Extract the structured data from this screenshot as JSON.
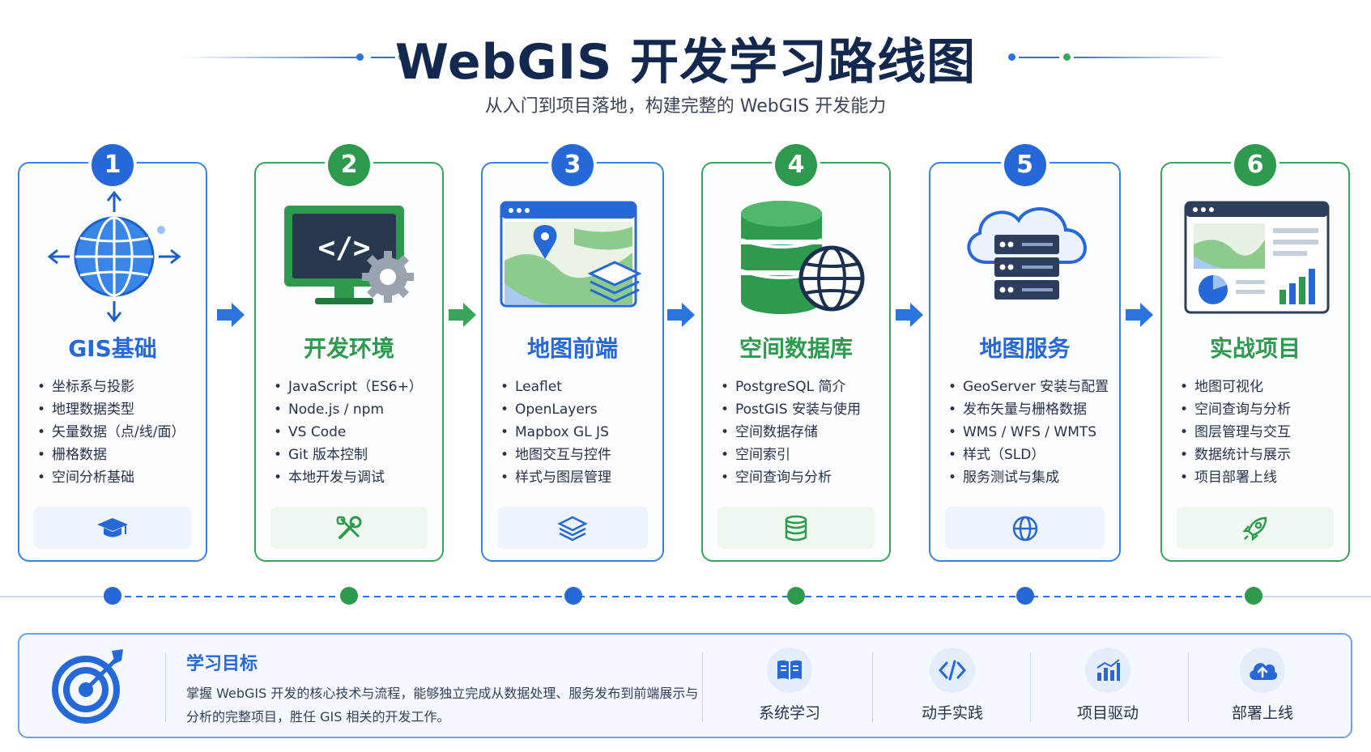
{
  "title": "WebGIS 开发学习路线图",
  "subtitle": "从入门到项目落地，构建完整的 WebGIS 开发能力",
  "colors": {
    "blue": "#2668d8",
    "green": "#2e9a4e",
    "dark_title": "#13284f"
  },
  "steps": [
    {
      "number": "1",
      "title": "GIS基础",
      "color": "blue",
      "illustration": "globe-arrows-icon",
      "footer_icon": "graduation-cap-icon",
      "items": [
        "坐标系与投影",
        "地理数据类型",
        "矢量数据（点/线/面）",
        "栅格数据",
        "空间分析基础"
      ]
    },
    {
      "number": "2",
      "title": "开发环境",
      "color": "green",
      "illustration": "monitor-code-gear-icon",
      "footer_icon": "tools-icon",
      "items": [
        "JavaScript（ES6+）",
        "Node.js / npm",
        "VS Code",
        "Git 版本控制",
        "本地开发与调试"
      ]
    },
    {
      "number": "3",
      "title": "地图前端",
      "color": "blue",
      "illustration": "browser-map-layers-icon",
      "footer_icon": "layers-icon",
      "items": [
        "Leaflet",
        "OpenLayers",
        "Mapbox GL JS",
        "地图交互与控件",
        "样式与图层管理"
      ]
    },
    {
      "number": "4",
      "title": "空间数据库",
      "color": "green",
      "illustration": "database-globe-icon",
      "footer_icon": "database-icon",
      "items": [
        "PostgreSQL 简介",
        "PostGIS 安装与使用",
        "空间数据存储",
        "空间索引",
        "空间查询与分析"
      ]
    },
    {
      "number": "5",
      "title": "地图服务",
      "color": "blue",
      "illustration": "cloud-server-icon",
      "footer_icon": "globe-icon",
      "items": [
        "GeoServer 安装与配置",
        "发布矢量与栅格数据",
        "WMS / WFS / WMTS",
        "样式（SLD）",
        "服务测试与集成"
      ]
    },
    {
      "number": "6",
      "title": "实战项目",
      "color": "green",
      "illustration": "dashboard-icon",
      "footer_icon": "rocket-icon",
      "items": [
        "地图可视化",
        "空间查询与分析",
        "图层管理与交互",
        "数据统计与展示",
        "项目部署上线"
      ]
    }
  ],
  "goal": {
    "icon": "target-arrow-icon",
    "title": "学习目标",
    "description": "掌握 WebGIS 开发的核心技术与流程，能够独立完成从数据处理、服务发布到前端展示与分析的完整项目，胜任 GIS 相关的开发工作。",
    "items": [
      {
        "label": "系统学习",
        "icon": "book-icon"
      },
      {
        "label": "动手实践",
        "icon": "code-icon"
      },
      {
        "label": "项目驱动",
        "icon": "bar-chart-icon"
      },
      {
        "label": "部署上线",
        "icon": "cloud-upload-icon"
      }
    ]
  }
}
